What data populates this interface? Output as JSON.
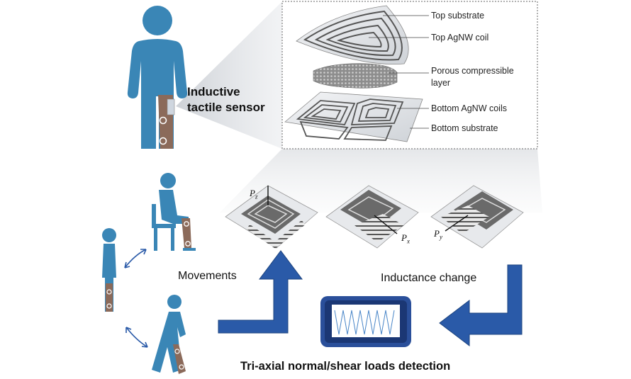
{
  "sensor_title": {
    "line1": "Inductive",
    "line2": "tactile sensor"
  },
  "layers": [
    "Top substrate",
    "Top AgNW coil",
    "Porous compressible",
    "layer",
    "Bottom AgNW coils",
    "Bottom substrate"
  ],
  "movements_label": "Movements",
  "inductance_label": "Inductance change",
  "detection_label": "Tri-axial normal/shear loads detection",
  "forces": {
    "pz": {
      "base": "P",
      "sub": "z"
    },
    "px": {
      "base": "P",
      "sub": "x"
    },
    "py": {
      "base": "P",
      "sub": "y"
    }
  },
  "colors": {
    "body": "#3a86b6",
    "leg": "#8b6a5a",
    "arrow": "#2a5aa8",
    "coil": "#5a5a5a",
    "screen": "#2a4f9a"
  },
  "icons": [
    "standing-person-icon",
    "seated-person-icon",
    "walking-person-icon",
    "cycle-arrow-icon",
    "monitor-icon"
  ]
}
